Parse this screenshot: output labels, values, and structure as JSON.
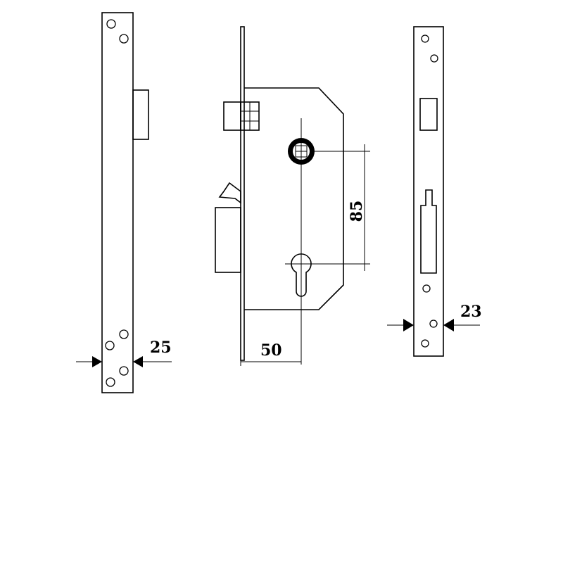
{
  "dimensions": {
    "faceplate_width": "25",
    "strike_width": "23",
    "backset": "50",
    "center_distance": "85"
  }
}
